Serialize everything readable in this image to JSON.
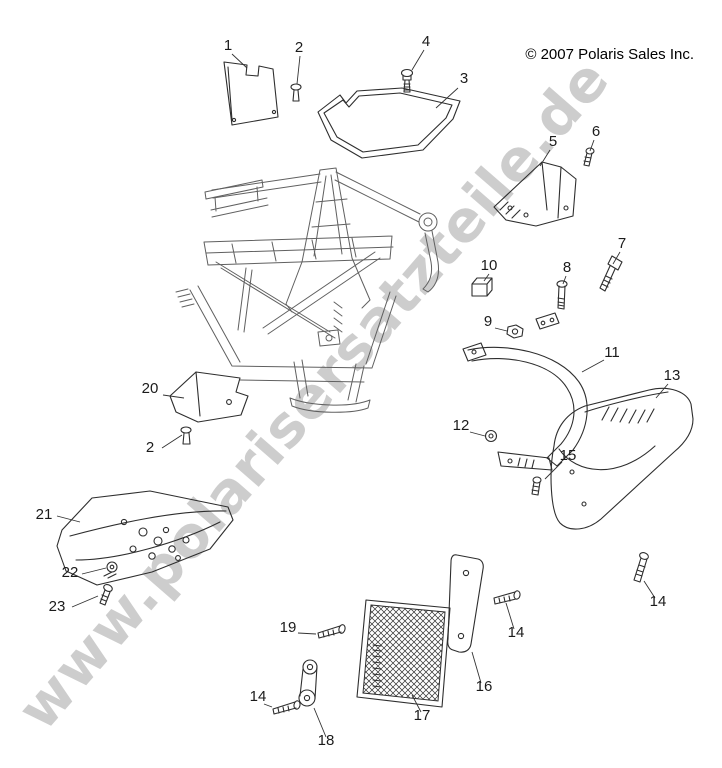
{
  "copyright": "© 2007 Polaris Sales Inc.",
  "watermark": "www.polarisersatzteile.de",
  "callouts": [
    {
      "label": "1"
    },
    {
      "label": "2"
    },
    {
      "label": "4"
    },
    {
      "label": "3"
    },
    {
      "label": "5"
    },
    {
      "label": "6"
    },
    {
      "label": "7"
    },
    {
      "label": "10"
    },
    {
      "label": "8"
    },
    {
      "label": "9"
    },
    {
      "label": "11"
    },
    {
      "label": "13"
    },
    {
      "label": "20"
    },
    {
      "label": "2"
    },
    {
      "label": "12"
    },
    {
      "label": "15"
    },
    {
      "label": "21"
    },
    {
      "label": "22"
    },
    {
      "label": "23"
    },
    {
      "label": "14"
    },
    {
      "label": "19"
    },
    {
      "label": "14"
    },
    {
      "label": "16"
    },
    {
      "label": "14"
    },
    {
      "label": "17"
    },
    {
      "label": "18"
    }
  ]
}
